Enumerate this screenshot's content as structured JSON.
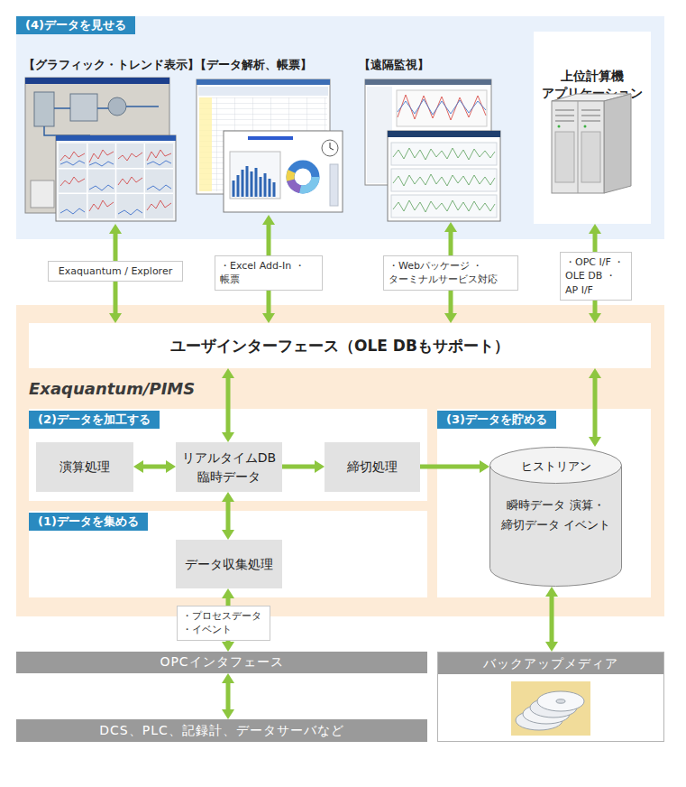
{
  "diagram": {
    "nodes": [
      {
        "text": [
          "(4)データを見せる"
        ]
      },
      {
        "text": [
          "【グラフィック・トレンド表示】"
        ],
        "in": 0
      },
      {
        "text": [
          "【データ解析、帳票】"
        ],
        "in": 0
      },
      {
        "text": [
          "【遠隔監視】"
        ],
        "in": 0
      },
      {
        "text": [
          "上位計算機 アプリケーション"
        ],
        "in": 0
      },
      {
        "text": [
          "Exaquantum/PIMS"
        ]
      },
      {
        "text": [
          "ユーザインターフェース（OLE DBもサポート）"
        ],
        "in": 5
      },
      {
        "text": [
          "(2)データを加工する"
        ],
        "in": 5
      },
      {
        "text": [
          "演算処理"
        ],
        "in": 7
      },
      {
        "text": [
          "リアルタイムDB 臨時データ"
        ],
        "in": 7
      },
      {
        "text": [
          "締切処理"
        ],
        "in": 7
      },
      {
        "text": [
          "(3)データを貯める"
        ],
        "in": 5
      },
      {
        "text": [
          "ヒストリアン",
          "瞬時データ 演算・締切データ イベント"
        ],
        "in": 11
      },
      {
        "text": [
          "(1)データを集める"
        ],
        "in": 5
      },
      {
        "text": [
          "データ収集処理"
        ],
        "in": 13
      },
      {
        "text": [
          "OPCインタフェース"
        ]
      },
      {
        "text": [
          "DCS、PLC、記録計、データサーバなど"
        ]
      },
      {
        "text": [
          "バックアップメディア"
        ]
      }
    ],
    "edges": [
      {
        "from": 1,
        "to": 6,
        "arrow": "both",
        "label": "Exaquantum / Explorer"
      },
      {
        "from": 2,
        "to": 6,
        "arrow": "both",
        "label": "・Excel Add-In ・帳票"
      },
      {
        "from": 3,
        "to": 6,
        "arrow": "both",
        "label": "・Webパッケージ ・ターミナルサービス対応"
      },
      {
        "from": 4,
        "to": 6,
        "arrow": "both",
        "label": "・OPC I/F ・OLE DB ・AP I/F"
      },
      {
        "from": 6,
        "to": 9,
        "arrow": "both"
      },
      {
        "from": 8,
        "to": 9,
        "arrow": "both"
      },
      {
        "from": 9,
        "to": 10,
        "arrow": "to"
      },
      {
        "from": 10,
        "to": 12,
        "arrow": "to"
      },
      {
        "from": 6,
        "to": 12,
        "arrow": "both"
      },
      {
        "from": 9,
        "to": 14,
        "arrow": "both"
      },
      {
        "from": 14,
        "to": 15,
        "arrow": "both",
        "label": "・プロセスデータ ・イベント"
      },
      {
        "from": 15,
        "to": 16,
        "arrow": "both"
      },
      {
        "from": 12,
        "to": 17,
        "arrow": "both"
      }
    ]
  }
}
